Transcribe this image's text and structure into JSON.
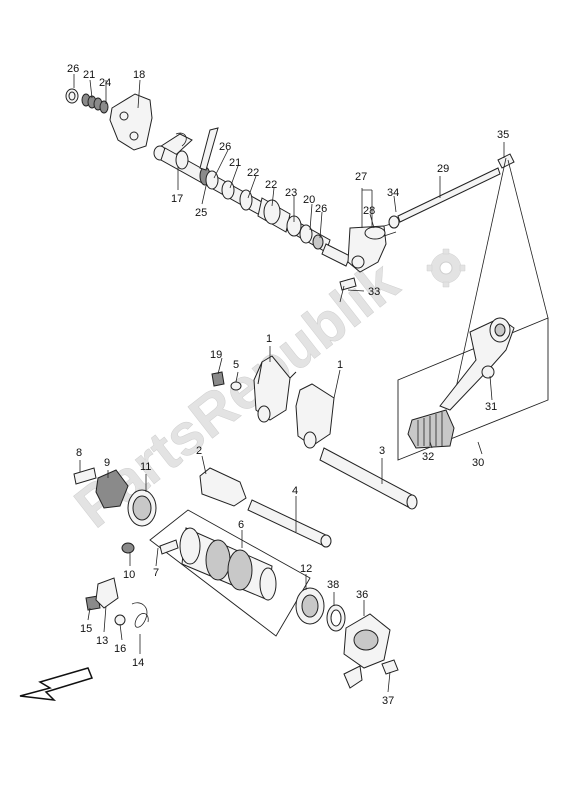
{
  "watermark": "PartsRepublik",
  "part_labels": [
    {
      "id": "p26a",
      "text": "26"
    },
    {
      "id": "p21a",
      "text": "21"
    },
    {
      "id": "p24",
      "text": "24"
    },
    {
      "id": "p18",
      "text": "18"
    },
    {
      "id": "p26b",
      "text": "26"
    },
    {
      "id": "p21b",
      "text": "21"
    },
    {
      "id": "p22a",
      "text": "22"
    },
    {
      "id": "p22b",
      "text": "22"
    },
    {
      "id": "p23",
      "text": "23"
    },
    {
      "id": "p20",
      "text": "20"
    },
    {
      "id": "p26c",
      "text": "26"
    },
    {
      "id": "p17",
      "text": "17"
    },
    {
      "id": "p25",
      "text": "25"
    },
    {
      "id": "p27",
      "text": "27"
    },
    {
      "id": "p28",
      "text": "28"
    },
    {
      "id": "p29",
      "text": "29"
    },
    {
      "id": "p34",
      "text": "34"
    },
    {
      "id": "p35",
      "text": "35"
    },
    {
      "id": "p33",
      "text": "33"
    },
    {
      "id": "p1a",
      "text": "1"
    },
    {
      "id": "p1b",
      "text": "1"
    },
    {
      "id": "p19",
      "text": "19"
    },
    {
      "id": "p5",
      "text": "5"
    },
    {
      "id": "p31",
      "text": "31"
    },
    {
      "id": "p32",
      "text": "32"
    },
    {
      "id": "p30",
      "text": "30"
    },
    {
      "id": "p3",
      "text": "3"
    },
    {
      "id": "p2",
      "text": "2"
    },
    {
      "id": "p8",
      "text": "8"
    },
    {
      "id": "p9",
      "text": "9"
    },
    {
      "id": "p11",
      "text": "11"
    },
    {
      "id": "p4",
      "text": "4"
    },
    {
      "id": "p6",
      "text": "6"
    },
    {
      "id": "p7",
      "text": "7"
    },
    {
      "id": "p10",
      "text": "10"
    },
    {
      "id": "p12",
      "text": "12"
    },
    {
      "id": "p38",
      "text": "38"
    },
    {
      "id": "p36",
      "text": "36"
    },
    {
      "id": "p15",
      "text": "15"
    },
    {
      "id": "p13",
      "text": "13"
    },
    {
      "id": "p16",
      "text": "16"
    },
    {
      "id": "p14",
      "text": "14"
    },
    {
      "id": "p37",
      "text": "37"
    }
  ],
  "icons": {
    "front_arrow": "direction-arrow-icon",
    "gear": "gear-icon"
  }
}
